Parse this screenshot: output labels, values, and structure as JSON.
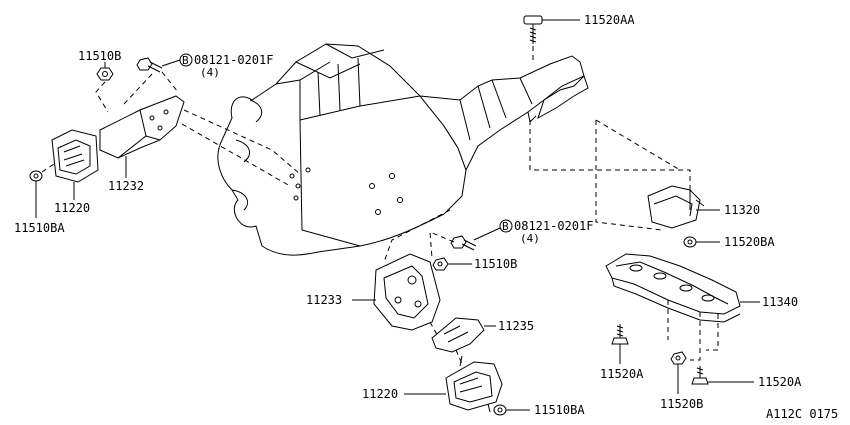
{
  "diagram": {
    "labels": {
      "p11520AA": "11520AA",
      "p11510B_top": "11510B",
      "bolt_top": "08121-0201F",
      "bolt_top_qty": "(4)",
      "bolt_mid": "08121-0201F",
      "bolt_mid_qty": "(4)",
      "p11510B_mid": "11510B",
      "p11232": "11232",
      "p11220_left": "11220",
      "p11510BA_left": "11510BA",
      "p11233": "11233",
      "p11235": "11235",
      "p11220_bottom": "11220",
      "p11510BA_bottom": "11510BA",
      "p11320": "11320",
      "p11520BA": "11520BA",
      "p11340": "11340",
      "p11520A_left": "11520A",
      "p11520B": "11520B",
      "p11520A_right": "11520A",
      "ref_code": "A112C 0175"
    },
    "circled_letter": "B"
  }
}
